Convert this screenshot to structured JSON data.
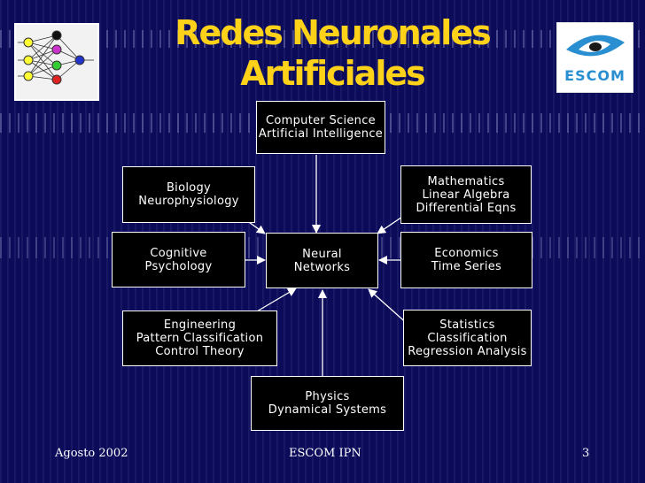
{
  "title": {
    "line1": "Redes Neuronales",
    "line2": "Artificiales"
  },
  "logo_escom": {
    "text": "ESCOM"
  },
  "nodes": {
    "center": {
      "lines": [
        "Neural",
        "Networks"
      ]
    },
    "computer_science": {
      "lines": [
        "Computer Science",
        "Artificial Intelligence"
      ]
    },
    "biology": {
      "lines": [
        "Biology",
        "Neurophysiology"
      ]
    },
    "mathematics": {
      "lines": [
        "Mathematics",
        "Linear Algebra",
        "Differential Eqns"
      ]
    },
    "cognitive": {
      "lines": [
        "Cognitive",
        "Psychology"
      ]
    },
    "economics": {
      "lines": [
        "Economics",
        "Time Series"
      ]
    },
    "engineering": {
      "lines": [
        "Engineering",
        "Pattern Classification",
        "Control Theory"
      ]
    },
    "statistics": {
      "lines": [
        "Statistics",
        "Classification",
        "Regression Analysis"
      ]
    },
    "physics": {
      "lines": [
        "Physics",
        "Dynamical Systems"
      ]
    }
  },
  "footer": {
    "left": "Agosto 2002",
    "center": "ESCOM IPN",
    "right": "3"
  },
  "colors": {
    "background": "#0b0b5a",
    "title": "#ffd21a",
    "box": "#000000",
    "text": "#ffffff",
    "escom_blue": "#2a8fd0"
  },
  "icons": {
    "nn_logo": "neural-network-icon",
    "escom_logo": "escom-eye-icon"
  }
}
